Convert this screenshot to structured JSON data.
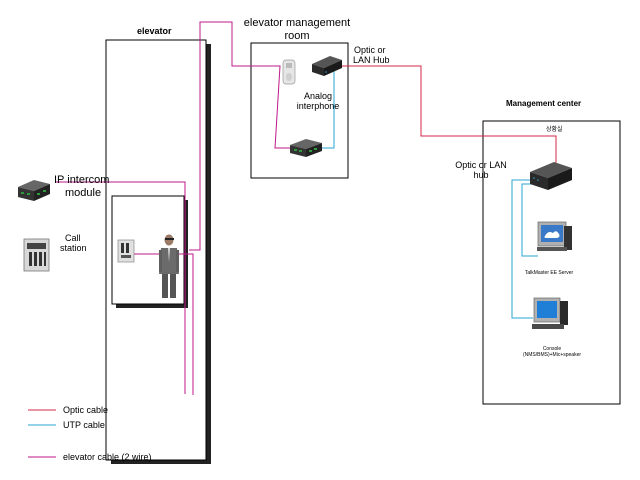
{
  "elevator": {
    "title": "elevator"
  },
  "management_room": {
    "title_line1": "elevator management",
    "title_line2": "room"
  },
  "room_hub": {
    "label_line1": "Optic or",
    "label_line2": "LAN Hub"
  },
  "analog_interphone": {
    "label_line1": "Analog",
    "label_line2": "interphone"
  },
  "management_center": {
    "title": "Management center",
    "tag": "상황실"
  },
  "center_hub": {
    "label_line1": "Optic or LAN",
    "label_line2": "hub"
  },
  "server": {
    "label": "TalkMaster EE Server"
  },
  "console": {
    "label_line1": "Console",
    "label_line2": "(NMS/BMS)+Mic+speaker"
  },
  "ip_intercom": {
    "label_line1": "IP intercom",
    "label_line2": "module"
  },
  "call_station": {
    "label_line1": "Call",
    "label_line2": "station"
  },
  "legend": {
    "items": [
      {
        "label": "Optic cable",
        "color": "#d62746"
      },
      {
        "label": "UTP cable",
        "color": "#2aa6d6"
      },
      {
        "label": "elevator  cable (2 wire)",
        "color": "#c0198a"
      }
    ]
  },
  "colors": {
    "optic": "#d62746",
    "utp": "#2aa6d6",
    "elevator_cable": "#c0198a"
  }
}
